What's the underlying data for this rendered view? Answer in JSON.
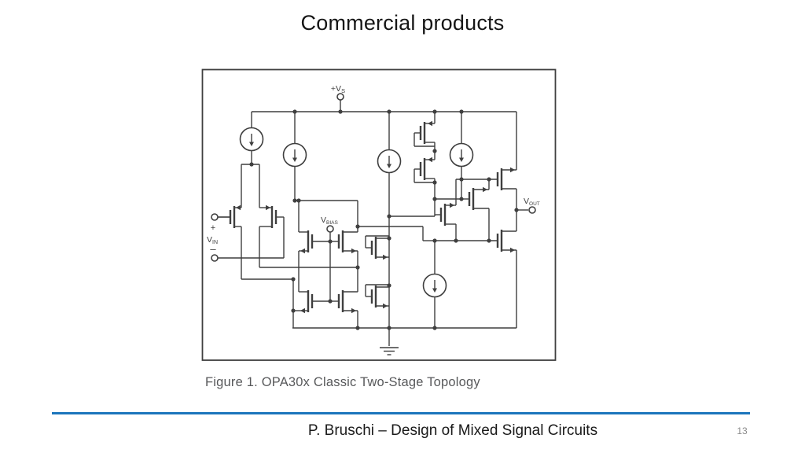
{
  "slide": {
    "title": "Commercial products",
    "footer_text": "P. Bruschi – Design of Mixed Signal Circuits",
    "page_number": "13"
  },
  "figure": {
    "caption": "Figure 1. OPA30x Classic Two-Stage Topology",
    "labels": {
      "supply_prefix": "+V",
      "supply_sub": "S",
      "input_plus": "+",
      "input_prefix": "V",
      "input_sub": "IN",
      "input_minus": "–",
      "bias_prefix": "V",
      "bias_sub": "BIAS",
      "output_prefix": "V",
      "output_sub": "OUT"
    }
  },
  "colors": {
    "accent_divider": "#1b75bc",
    "schematic_ink": "#3f3f3f",
    "caption_text": "#58595b",
    "page_number_text": "#898989"
  }
}
